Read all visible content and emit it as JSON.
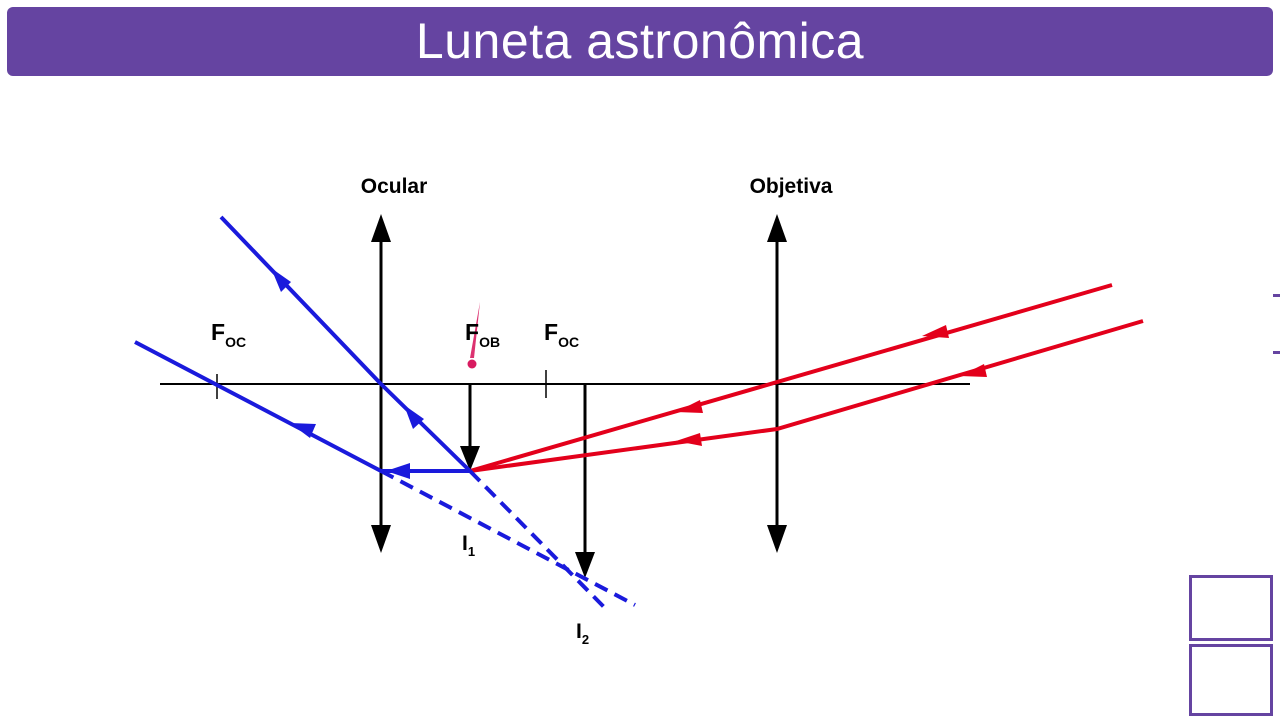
{
  "header": {
    "title": "Luneta astronômica"
  },
  "diagram": {
    "lens_labels": {
      "eyepiece": "Ocular",
      "objective": "Objetiva"
    },
    "focus_labels": {
      "eyepiece_focus_left": {
        "main": "F",
        "sub": "OC"
      },
      "objective_focus": {
        "main": "F",
        "sub": "OB"
      },
      "eyepiece_focus_right": {
        "main": "F",
        "sub": "OC"
      }
    },
    "image_labels": {
      "first_image": {
        "main": "I",
        "sub": "1"
      },
      "second_image": {
        "main": "I",
        "sub": "2"
      }
    }
  },
  "colors": {
    "accent": "#6544a1",
    "incoming_rays": "#e3001b",
    "outgoing_rays": "#1a1adc",
    "axis": "#000000",
    "focus_marker": "#d81b60"
  }
}
